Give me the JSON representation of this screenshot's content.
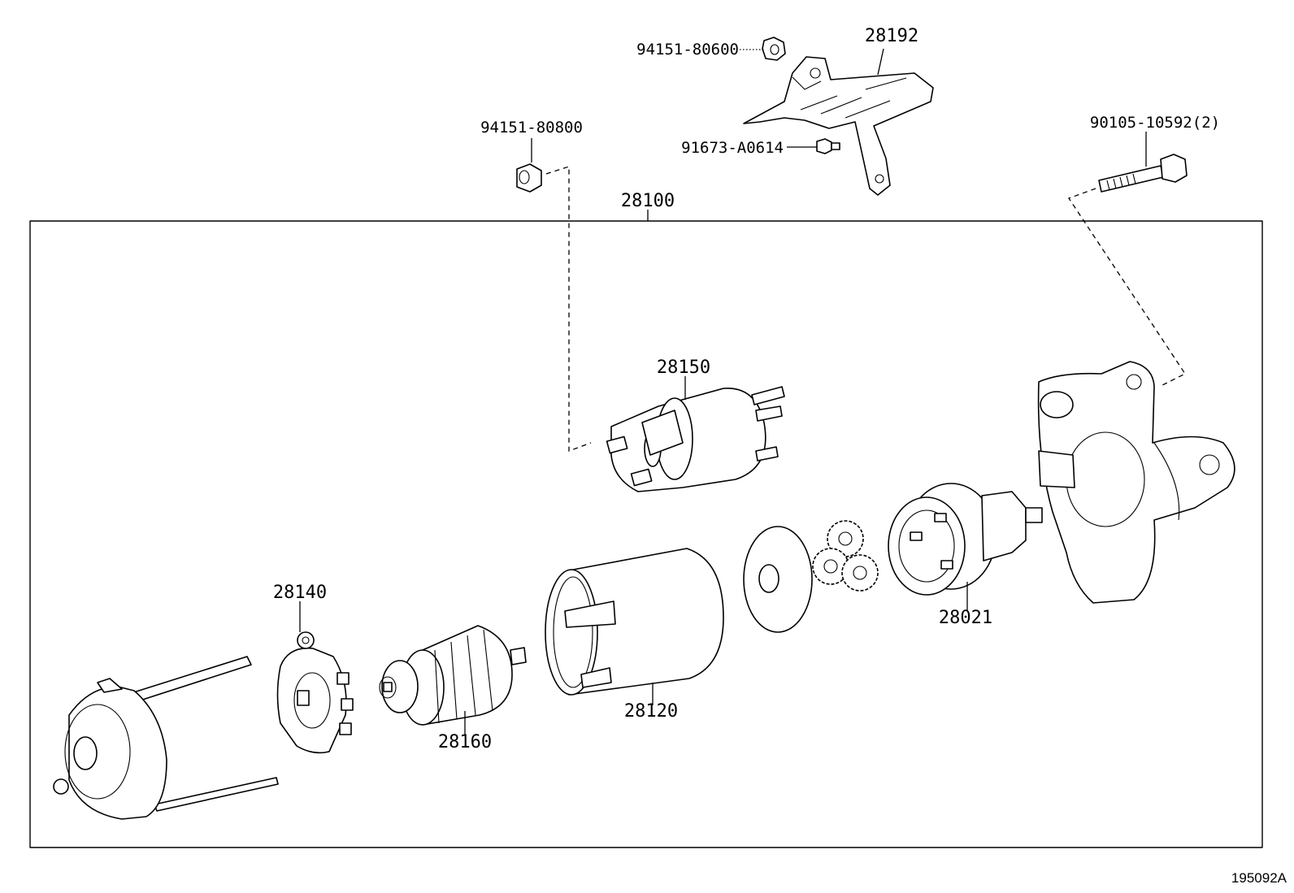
{
  "labels": {
    "nut_94151_80600": "94151-80600",
    "bracket_28192": "28192",
    "nut_94151_80800": "94151-80800",
    "bolt_91673_A0614": "91673-A0614",
    "bolt_90105_10592": "90105-10592(2)",
    "assembly_28100": "28100",
    "switch_28150": "28150",
    "brush_holder_28140": "28140",
    "armature_28160": "28160",
    "yoke_28120": "28120",
    "clutch_28021": "28021"
  },
  "diagram_ref": "195092A"
}
